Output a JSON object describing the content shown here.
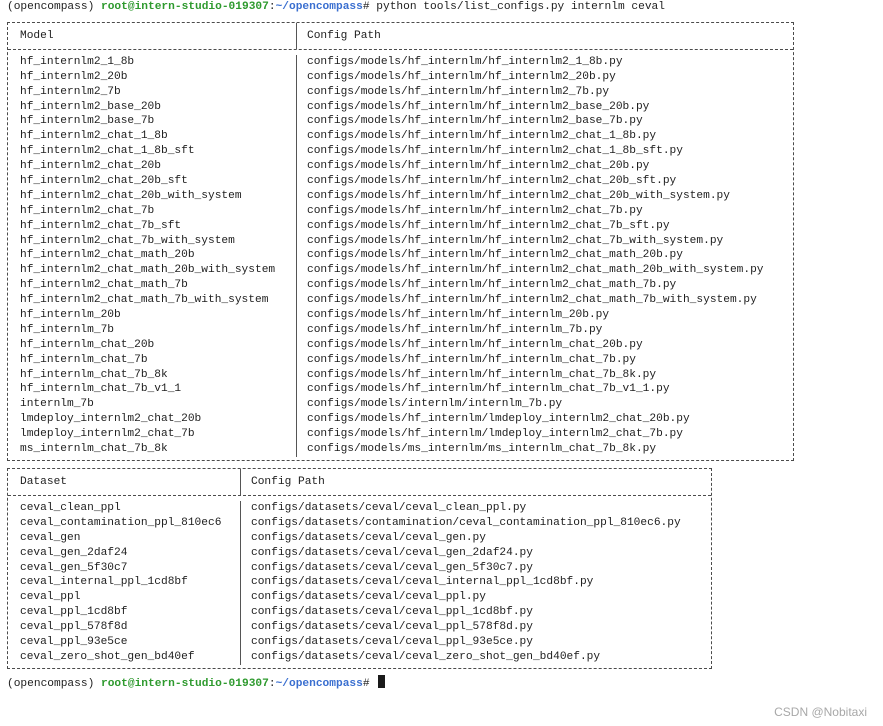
{
  "prompt": {
    "env": "(opencompass)",
    "user_host": "root@intern-studio-019307",
    "sep": ":",
    "path": "~/opencompass",
    "hash": "#",
    "command": " python tools/list_configs.py internlm ceval"
  },
  "models_table": {
    "headers": [
      "Model",
      "Config Path"
    ],
    "rows": [
      [
        "hf_internlm2_1_8b",
        "configs/models/hf_internlm/hf_internlm2_1_8b.py"
      ],
      [
        "hf_internlm2_20b",
        "configs/models/hf_internlm/hf_internlm2_20b.py"
      ],
      [
        "hf_internlm2_7b",
        "configs/models/hf_internlm/hf_internlm2_7b.py"
      ],
      [
        "hf_internlm2_base_20b",
        "configs/models/hf_internlm/hf_internlm2_base_20b.py"
      ],
      [
        "hf_internlm2_base_7b",
        "configs/models/hf_internlm/hf_internlm2_base_7b.py"
      ],
      [
        "hf_internlm2_chat_1_8b",
        "configs/models/hf_internlm/hf_internlm2_chat_1_8b.py"
      ],
      [
        "hf_internlm2_chat_1_8b_sft",
        "configs/models/hf_internlm/hf_internlm2_chat_1_8b_sft.py"
      ],
      [
        "hf_internlm2_chat_20b",
        "configs/models/hf_internlm/hf_internlm2_chat_20b.py"
      ],
      [
        "hf_internlm2_chat_20b_sft",
        "configs/models/hf_internlm/hf_internlm2_chat_20b_sft.py"
      ],
      [
        "hf_internlm2_chat_20b_with_system",
        "configs/models/hf_internlm/hf_internlm2_chat_20b_with_system.py"
      ],
      [
        "hf_internlm2_chat_7b",
        "configs/models/hf_internlm/hf_internlm2_chat_7b.py"
      ],
      [
        "hf_internlm2_chat_7b_sft",
        "configs/models/hf_internlm/hf_internlm2_chat_7b_sft.py"
      ],
      [
        "hf_internlm2_chat_7b_with_system",
        "configs/models/hf_internlm/hf_internlm2_chat_7b_with_system.py"
      ],
      [
        "hf_internlm2_chat_math_20b",
        "configs/models/hf_internlm/hf_internlm2_chat_math_20b.py"
      ],
      [
        "hf_internlm2_chat_math_20b_with_system",
        "configs/models/hf_internlm/hf_internlm2_chat_math_20b_with_system.py"
      ],
      [
        "hf_internlm2_chat_math_7b",
        "configs/models/hf_internlm/hf_internlm2_chat_math_7b.py"
      ],
      [
        "hf_internlm2_chat_math_7b_with_system",
        "configs/models/hf_internlm/hf_internlm2_chat_math_7b_with_system.py"
      ],
      [
        "hf_internlm_20b",
        "configs/models/hf_internlm/hf_internlm_20b.py"
      ],
      [
        "hf_internlm_7b",
        "configs/models/hf_internlm/hf_internlm_7b.py"
      ],
      [
        "hf_internlm_chat_20b",
        "configs/models/hf_internlm/hf_internlm_chat_20b.py"
      ],
      [
        "hf_internlm_chat_7b",
        "configs/models/hf_internlm/hf_internlm_chat_7b.py"
      ],
      [
        "hf_internlm_chat_7b_8k",
        "configs/models/hf_internlm/hf_internlm_chat_7b_8k.py"
      ],
      [
        "hf_internlm_chat_7b_v1_1",
        "configs/models/hf_internlm/hf_internlm_chat_7b_v1_1.py"
      ],
      [
        "internlm_7b",
        "configs/models/internlm/internlm_7b.py"
      ],
      [
        "lmdeploy_internlm2_chat_20b",
        "configs/models/hf_internlm/lmdeploy_internlm2_chat_20b.py"
      ],
      [
        "lmdeploy_internlm2_chat_7b",
        "configs/models/hf_internlm/lmdeploy_internlm2_chat_7b.py"
      ],
      [
        "ms_internlm_chat_7b_8k",
        "configs/models/ms_internlm/ms_internlm_chat_7b_8k.py"
      ]
    ]
  },
  "datasets_table": {
    "headers": [
      "Dataset",
      "Config Path"
    ],
    "rows": [
      [
        "ceval_clean_ppl",
        "configs/datasets/ceval/ceval_clean_ppl.py"
      ],
      [
        "ceval_contamination_ppl_810ec6",
        "configs/datasets/contamination/ceval_contamination_ppl_810ec6.py"
      ],
      [
        "ceval_gen",
        "configs/datasets/ceval/ceval_gen.py"
      ],
      [
        "ceval_gen_2daf24",
        "configs/datasets/ceval/ceval_gen_2daf24.py"
      ],
      [
        "ceval_gen_5f30c7",
        "configs/datasets/ceval/ceval_gen_5f30c7.py"
      ],
      [
        "ceval_internal_ppl_1cd8bf",
        "configs/datasets/ceval/ceval_internal_ppl_1cd8bf.py"
      ],
      [
        "ceval_ppl",
        "configs/datasets/ceval/ceval_ppl.py"
      ],
      [
        "ceval_ppl_1cd8bf",
        "configs/datasets/ceval/ceval_ppl_1cd8bf.py"
      ],
      [
        "ceval_ppl_578f8d",
        "configs/datasets/ceval/ceval_ppl_578f8d.py"
      ],
      [
        "ceval_ppl_93e5ce",
        "configs/datasets/ceval/ceval_ppl_93e5ce.py"
      ],
      [
        "ceval_zero_shot_gen_bd40ef",
        "configs/datasets/ceval/ceval_zero_shot_gen_bd40ef.py"
      ]
    ]
  },
  "watermark": "CSDN @Nobitaxi",
  "colors": {
    "user": "#2e9a2e",
    "path": "#3a6fd0",
    "text": "#1e1e1e",
    "background": "#ffffff"
  }
}
